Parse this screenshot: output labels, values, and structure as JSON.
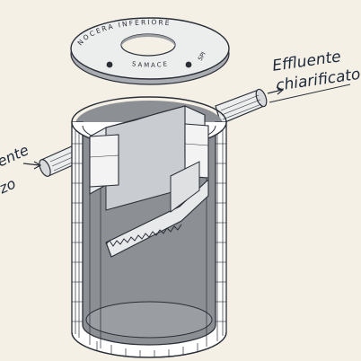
{
  "lid": {
    "text_top": "NOCERA INFERIORE",
    "text_bottom": "SAMACE",
    "text_mark": "SPI"
  },
  "labels": {
    "outlet_line1": "Effluente",
    "outlet_line2": "chiarificato",
    "inlet_line1": "ente",
    "inlet_line2": "zo"
  },
  "colors": {
    "background": "#f4f0e6",
    "outline": "#2a2f38",
    "inner_wall": "#8c8f94",
    "baffle": "#c9ccd0",
    "baffle_face": "#e8e9ea",
    "floor": "#9a9da2",
    "label_ink": "#1e2a3c"
  }
}
